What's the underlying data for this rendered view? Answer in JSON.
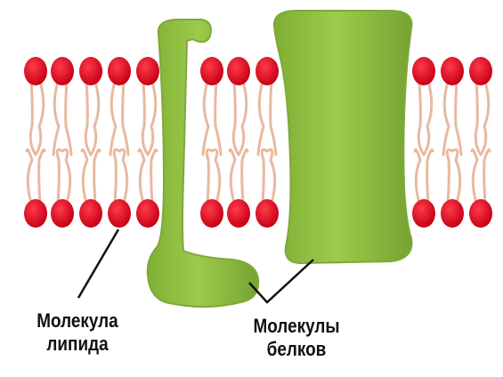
{
  "labels": {
    "lipid": [
      "Молекула",
      "липида"
    ],
    "protein": [
      "Молекулы",
      "белков"
    ]
  },
  "colors": {
    "lipid_head": "#d9001b",
    "lipid_tail": "#e8b9a0",
    "protein_fill": "#8fbc3f",
    "protein_shade": "#6f9a2a",
    "pointer_line": "#111111"
  }
}
